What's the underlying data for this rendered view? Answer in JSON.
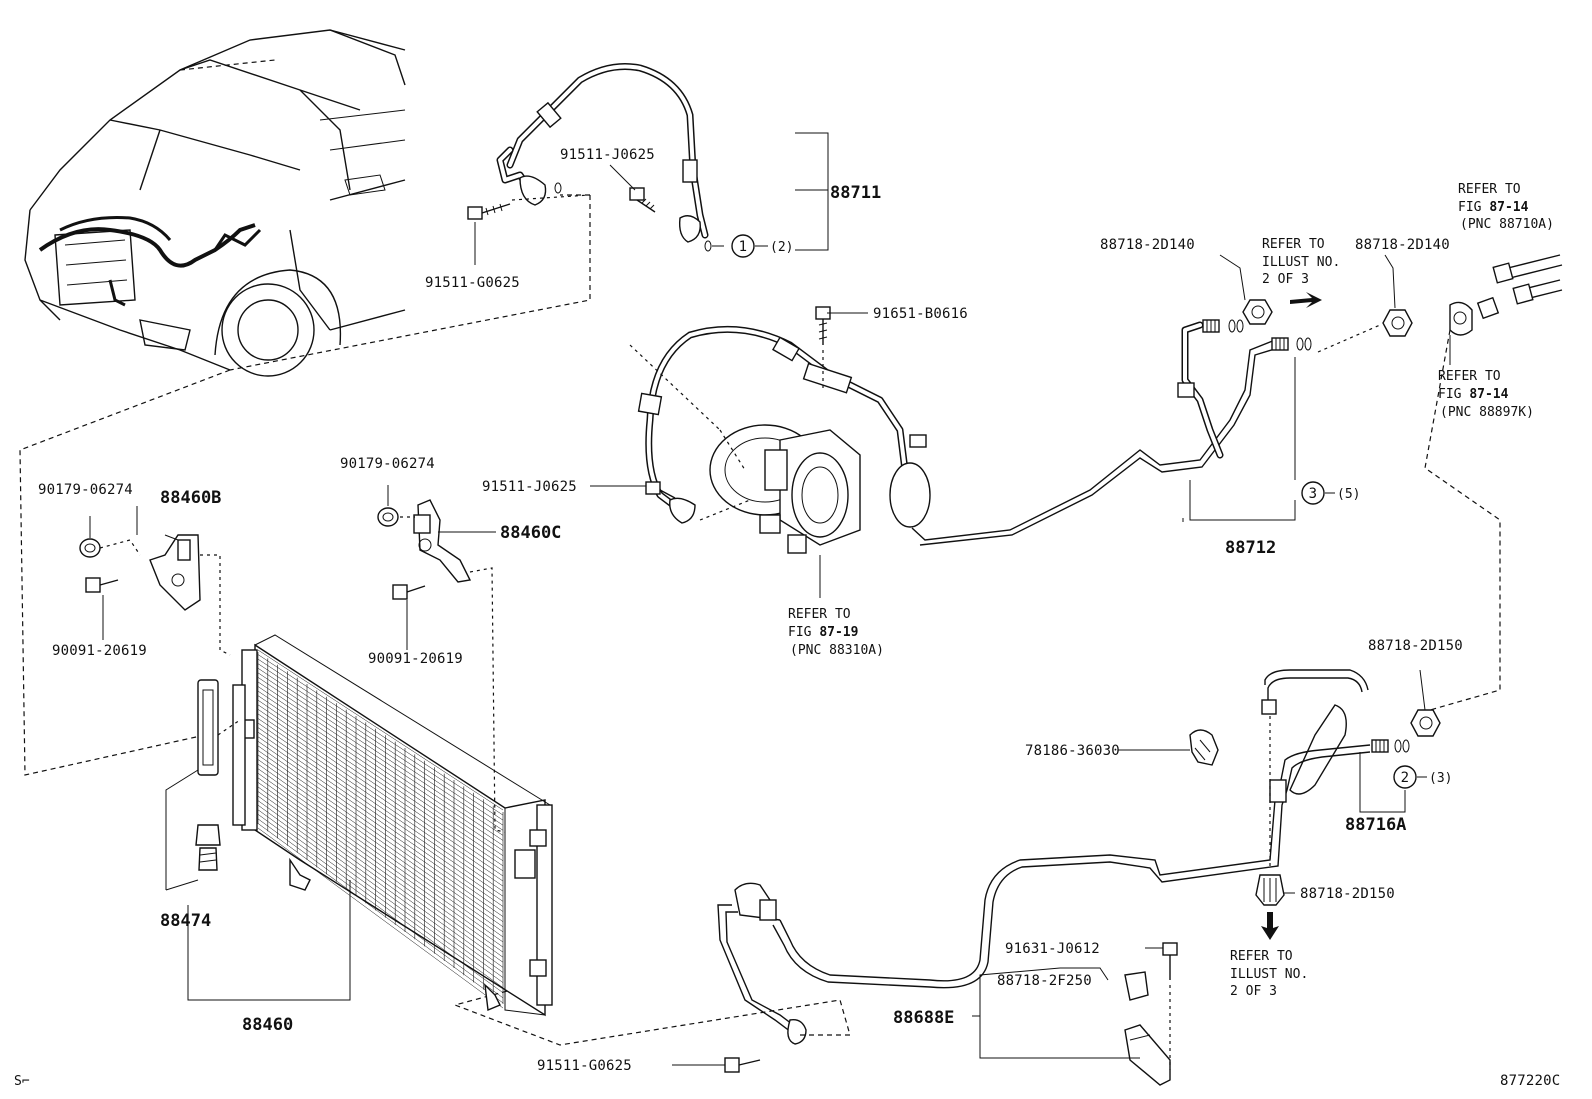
{
  "footer": {
    "left_mark": "S⌐",
    "illustration_no": "877220C"
  },
  "parts": {
    "p88711": "88711",
    "p88712": "88712",
    "p88716A": "88716A",
    "p88460": "88460",
    "p88460B": "88460B",
    "p88460C": "88460C",
    "p88474": "88474",
    "p88688E": "88688E",
    "bolt_91511_j0625_top": "91511-J0625",
    "bolt_91511_g0625_top": "91511-G0625",
    "bolt_91651_b0616": "91651-B0616",
    "bolt_91511_j0625_mid": "91511-J0625",
    "clip_90179_left": "90179-06274",
    "clip_90179_mid": "90179-06274",
    "screw_90091_left": "90091-20619",
    "screw_90091_mid": "90091-20619",
    "ring_88718_2d140_a": "88718-2D140",
    "ring_88718_2d140_b": "88718-2D140",
    "ring_88718_2d150_a": "88718-2D150",
    "ring_88718_2d150_b": "88718-2D150",
    "clamp_78186": "78186-36030",
    "bolt_91631_j0612": "91631-J0612",
    "ring_88718_2f250": "88718-2F250",
    "bolt_91511_g0625_bottom": "91511-G0625"
  },
  "callouts": {
    "c1": {
      "num": "1",
      "qty": "(2)"
    },
    "c2": {
      "num": "2",
      "qty": "(3)"
    },
    "c3": {
      "num": "3",
      "qty": "(5)"
    }
  },
  "references": {
    "ref_fig_87_19": {
      "l1": "REFER TO",
      "l2a": "FIG ",
      "l2b": "87-19",
      "l3": "(PNC 88310A)"
    },
    "ref_fig_87_14_a": {
      "l1": "REFER TO",
      "l2a": "FIG ",
      "l2b": "87-14",
      "l3": "(PNC 88710A)"
    },
    "ref_fig_87_14_b": {
      "l1": "REFER TO",
      "l2a": "FIG ",
      "l2b": "87-14",
      "l3": "(PNC 88897K)"
    },
    "ref_illust_a": {
      "l1": "REFER TO",
      "l2": "ILLUST NO.",
      "l3": "2 OF 3"
    },
    "ref_illust_b": {
      "l1": "REFER TO",
      "l2": "ILLUST NO.",
      "l3": "2 OF 3"
    }
  }
}
